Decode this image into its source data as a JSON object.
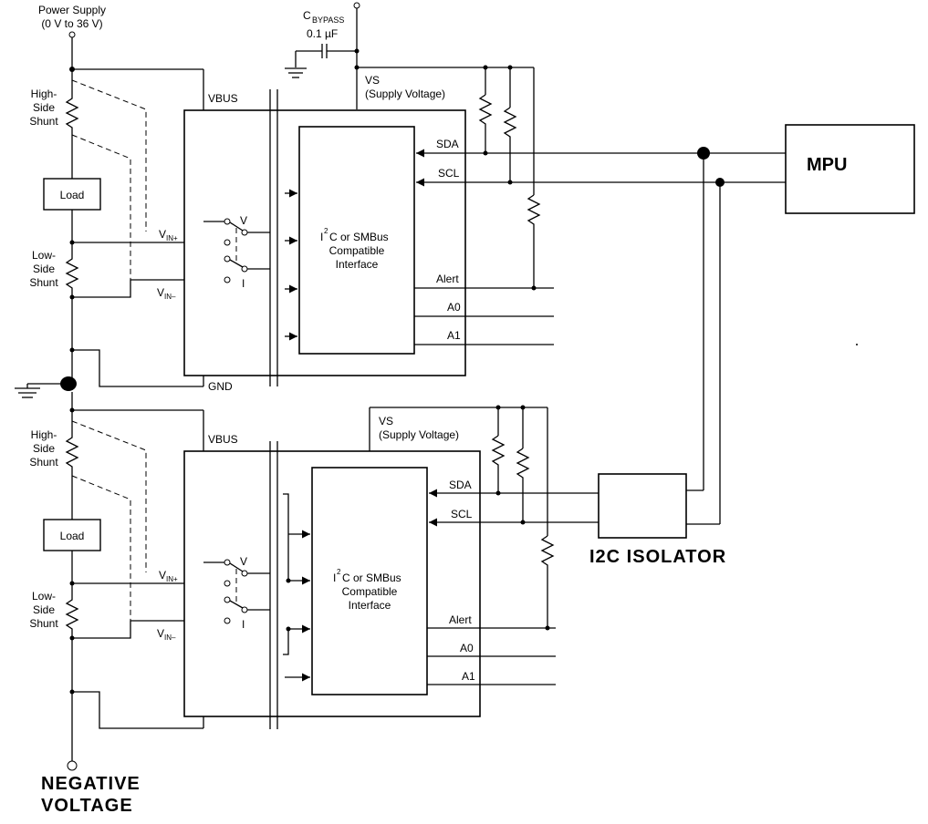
{
  "power_supply": {
    "line1": "Power Supply",
    "line2": "(0 V to 36 V)"
  },
  "bypass_cap": {
    "symbol": "C",
    "subscript": "BYPASS",
    "value": "0.1 µF"
  },
  "shunts": {
    "high": [
      "High-",
      "Side",
      "Shunt"
    ],
    "low": [
      "Low-",
      "Side",
      "Shunt"
    ],
    "load": "Load"
  },
  "inputs": {
    "vin_plus": "V",
    "vin_plus_sub": "IN+",
    "vin_minus": "V",
    "vin_minus_sub": "IN–"
  },
  "device1": {
    "vbus": "VBUS",
    "gnd": "GND",
    "vs_line1": "VS",
    "vs_line2": "(Supply Voltage)",
    "sw_v": "V",
    "sw_i": "I",
    "interface": {
      "i": "I",
      "sup": "2",
      "line1_rest": "C or SMBus",
      "line2": "Compatible",
      "line3": "Interface"
    },
    "pins": {
      "sda": "SDA",
      "scl": "SCL",
      "alert": "Alert",
      "a0": "A0",
      "a1": "A1"
    }
  },
  "device2": {
    "vbus": "VBUS",
    "vs_line1": "VS",
    "vs_line2": "(Supply Voltage)",
    "sw_v": "V",
    "sw_i": "I",
    "interface": {
      "i": "I",
      "sup": "2",
      "line1_rest": "C or SMBus",
      "line2": "Compatible",
      "line3": "Interface"
    },
    "pins": {
      "sda": "SDA",
      "scl": "SCL",
      "alert": "Alert",
      "a0": "A0",
      "a1": "A1"
    }
  },
  "mpu": "MPU",
  "isolator": "I2C ISOLATOR",
  "negative": {
    "line1": "NEGATIVE",
    "line2": "VOLTAGE"
  }
}
